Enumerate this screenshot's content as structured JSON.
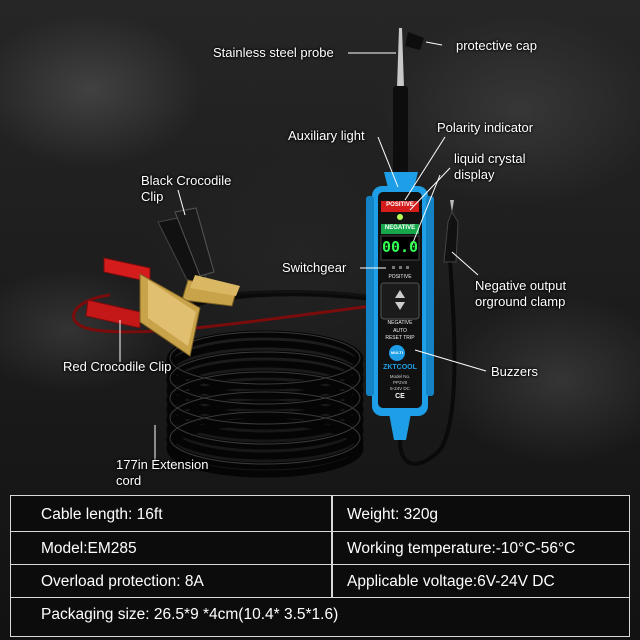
{
  "labels": {
    "stainless_steel_probe": "Stainless steel probe",
    "protective_cap": "protective cap",
    "auxiliary_light": "Auxiliary light",
    "polarity_indicator": "Polarity indicator",
    "liquid_crystal_display": "liquid crystal display",
    "black_crocodile_clip": "Black Crocodile Clip",
    "switchgear": "Switchgear",
    "negative_output_clamp": "Negative output orground clamp",
    "red_crocodile_clip": "Red Crocodile Clip",
    "buzzers": "Buzzers",
    "extension_cord": "177in Extension cord"
  },
  "device": {
    "top_indicator": "POSITIVE",
    "negative_indicator": "NEGATIVE",
    "display_value": "00.0",
    "positive_label": "POSITIVE",
    "negative_label": "NEGATIVE",
    "auto_label": "AUTO",
    "reset_trip_label": "RESET TRIP",
    "multi_button": "MULTI",
    "brand": "ZKTCOOL",
    "model_no_label": "Model No.",
    "model_code": "PP2V8",
    "voltage_range": "6-24V DC",
    "ce_mark": "CE"
  },
  "specs": {
    "rows": [
      [
        "Cable length: 16ft",
        "Weight: 320g"
      ],
      [
        "Model:EM285",
        "Working temperature:-10°C-56°C"
      ],
      [
        "Overload protection: 8A",
        "Applicable voltage:6V-24V DC"
      ]
    ],
    "packaging": "Packaging size: 26.5*9 *4cm(10.4* 3.5*1.6)"
  },
  "colors": {
    "tester_body": "#1e9ee6",
    "face_panel": "#111111",
    "display_text": "#33ff55",
    "red_clip": "#d51c1c",
    "brass_jaw": "#c8a34a",
    "spec_border": "#d9d9d9"
  }
}
